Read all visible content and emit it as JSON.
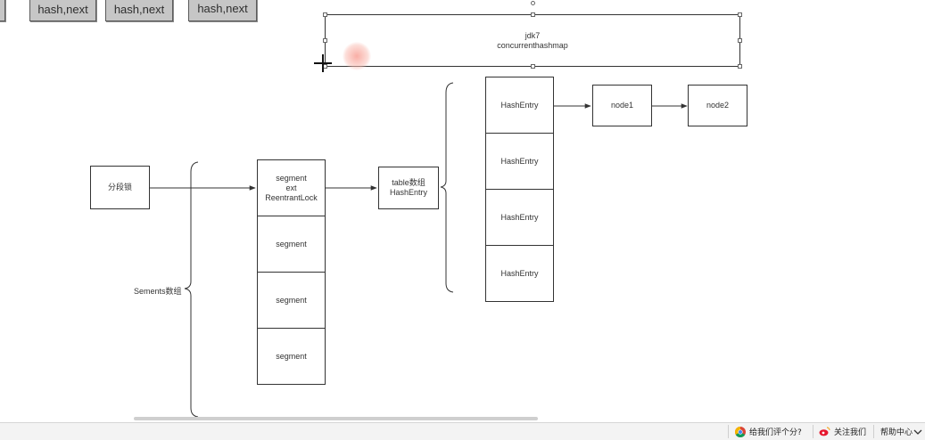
{
  "top_boxes": [
    {
      "label": "hash,next"
    },
    {
      "label": "hash,next"
    },
    {
      "label": "hash,next"
    }
  ],
  "selected_shape": {
    "line1": "jdk7",
    "line2": "concurrenthashmap"
  },
  "nodes": {
    "segment_lock": "分段锁",
    "segment_head": "segment\next\nReentrantLock",
    "segment_rows": [
      "segment",
      "segment",
      "segment"
    ],
    "table": "table数组\nHashEntry",
    "hash_entries": [
      "HashEntry",
      "HashEntry",
      "HashEntry",
      "HashEntry"
    ],
    "node1": "node1",
    "node2": "node2"
  },
  "brace_label": "Sements数组",
  "status_bar": {
    "rate": "给我们评个分?",
    "follow": "关注我们",
    "help": "帮助中心"
  },
  "colors": {
    "top_box_fill": "#c6c6c6",
    "line": "#333333",
    "cursor_glow": "#f8a096"
  }
}
